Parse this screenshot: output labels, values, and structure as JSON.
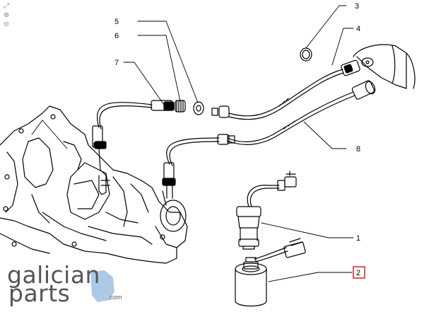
{
  "toolbar": {
    "zoom_fit": "⤢",
    "zoom_in": "⊕",
    "zoom_out": "⊖"
  },
  "callouts": [
    {
      "id": "1",
      "label": "1"
    },
    {
      "id": "2",
      "label": "2",
      "highlighted": true
    },
    {
      "id": "3",
      "label": "3"
    },
    {
      "id": "4",
      "label": "4"
    },
    {
      "id": "5",
      "label": "5"
    },
    {
      "id": "6",
      "label": "6"
    },
    {
      "id": "7",
      "label": "7"
    },
    {
      "id": "8",
      "label": "8"
    }
  ],
  "logo": {
    "line1": "galician",
    "line2": "parts",
    "suffix": ".com"
  },
  "colors": {
    "highlight": "#d42020",
    "logo_text": "#555555",
    "logo_accent": "#9fc0e0"
  }
}
